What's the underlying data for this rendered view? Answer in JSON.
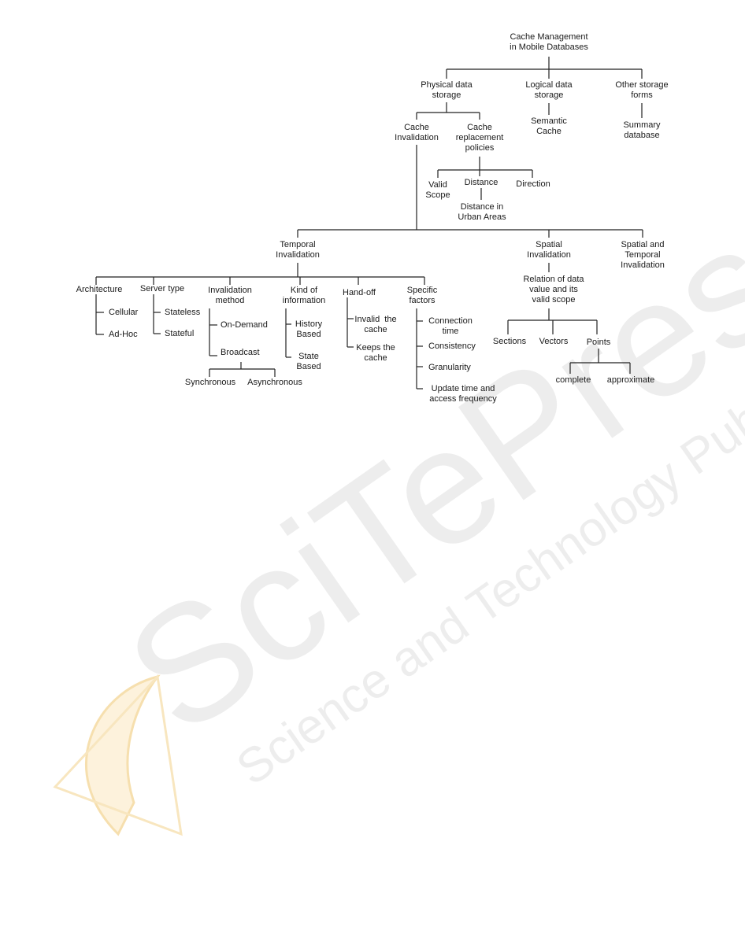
{
  "diagram": {
    "title": "Cache Management\nin Mobile Databases",
    "level1": {
      "physical": "Physical data\nstorage",
      "logical": "Logical data\nstorage",
      "other": "Other storage\nforms"
    },
    "logical_children": {
      "semantic_cache": "Semantic\nCache"
    },
    "other_children": {
      "summary_database": "Summary\ndatabase"
    },
    "physical_children": {
      "cache_invalidation": "Cache\nInvalidation",
      "cache_replacement": "Cache\nreplacement\npolicies"
    },
    "replacement_children": {
      "valid_scope": "Valid\nScope",
      "distance": "Distance",
      "direction": "Direction",
      "distance_urban": "Distance in\nUrban Areas"
    },
    "invalidation_children": {
      "temporal": "Temporal\nInvalidation",
      "spatial": "Spatial\nInvalidation",
      "spatial_temporal": "Spatial and\nTemporal\nInvalidation"
    },
    "temporal_children": {
      "architecture": "Architecture",
      "server_type": "Server type",
      "invalidation_method": "Invalidation\nmethod",
      "kind_of_information": "Kind of\ninformation",
      "hand_off": "Hand-off",
      "specific_factors": "Specific\nfactors"
    },
    "architecture_items": {
      "cellular": "Cellular",
      "ad_hoc": "Ad-Hoc"
    },
    "server_type_items": {
      "stateless": "Stateless",
      "stateful": "Stateful"
    },
    "method_items": {
      "on_demand": "On-Demand",
      "broadcast": "Broadcast",
      "synchronous": "Synchronous",
      "asynchronous": "Asynchronous"
    },
    "kind_items": {
      "history_based": "History\nBased",
      "state_based": "State\nBased"
    },
    "handoff_items": {
      "invalid_cache": "Invalid  the\ncache",
      "keeps_cache": "Keeps the\ncache"
    },
    "factor_items": {
      "connection_time": "Connection\ntime",
      "consistency": "Consistency",
      "granularity": "Granularity",
      "update_time": "Update time and\naccess frequency"
    },
    "spatial_children": {
      "relation": "Relation of data\nvalue and its\nvalid scope"
    },
    "relation_children": {
      "sections": "Sections",
      "vectors": "Vectors",
      "points": "Points"
    },
    "points_children": {
      "complete": "complete",
      "approximate": "approximate"
    }
  },
  "watermark": {
    "brand": "SciTePress",
    "tagline": "Science and Technology Publications",
    "colors": {
      "text": "#ececec",
      "logo": "#fbe9c4"
    }
  }
}
